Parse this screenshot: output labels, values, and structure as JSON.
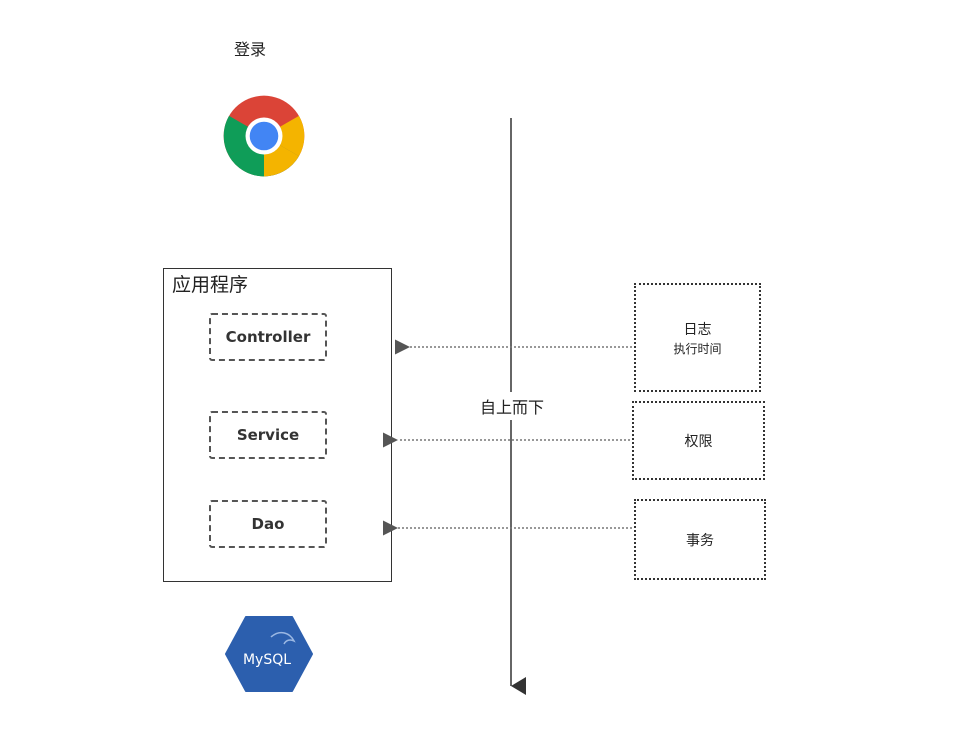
{
  "client": {
    "label": "登录",
    "icon": "chrome-browser-icon"
  },
  "app": {
    "title": "应用程序",
    "layers": [
      {
        "label": "Controller"
      },
      {
        "label": "Service"
      },
      {
        "label": "Dao"
      }
    ]
  },
  "flow": {
    "label": "自上而下"
  },
  "aspects": [
    {
      "label": "日志",
      "sublabel": "执行时间"
    },
    {
      "label": "权限"
    },
    {
      "label": "事务"
    }
  ],
  "database": {
    "label": "MySQL",
    "icon": "mysql-database-icon"
  },
  "colors": {
    "chrome_red": "#db4437",
    "chrome_yellow": "#f4b400",
    "chrome_green": "#0f9d58",
    "chrome_blue": "#4285f4",
    "mysql_blue": "#2c5fae"
  }
}
